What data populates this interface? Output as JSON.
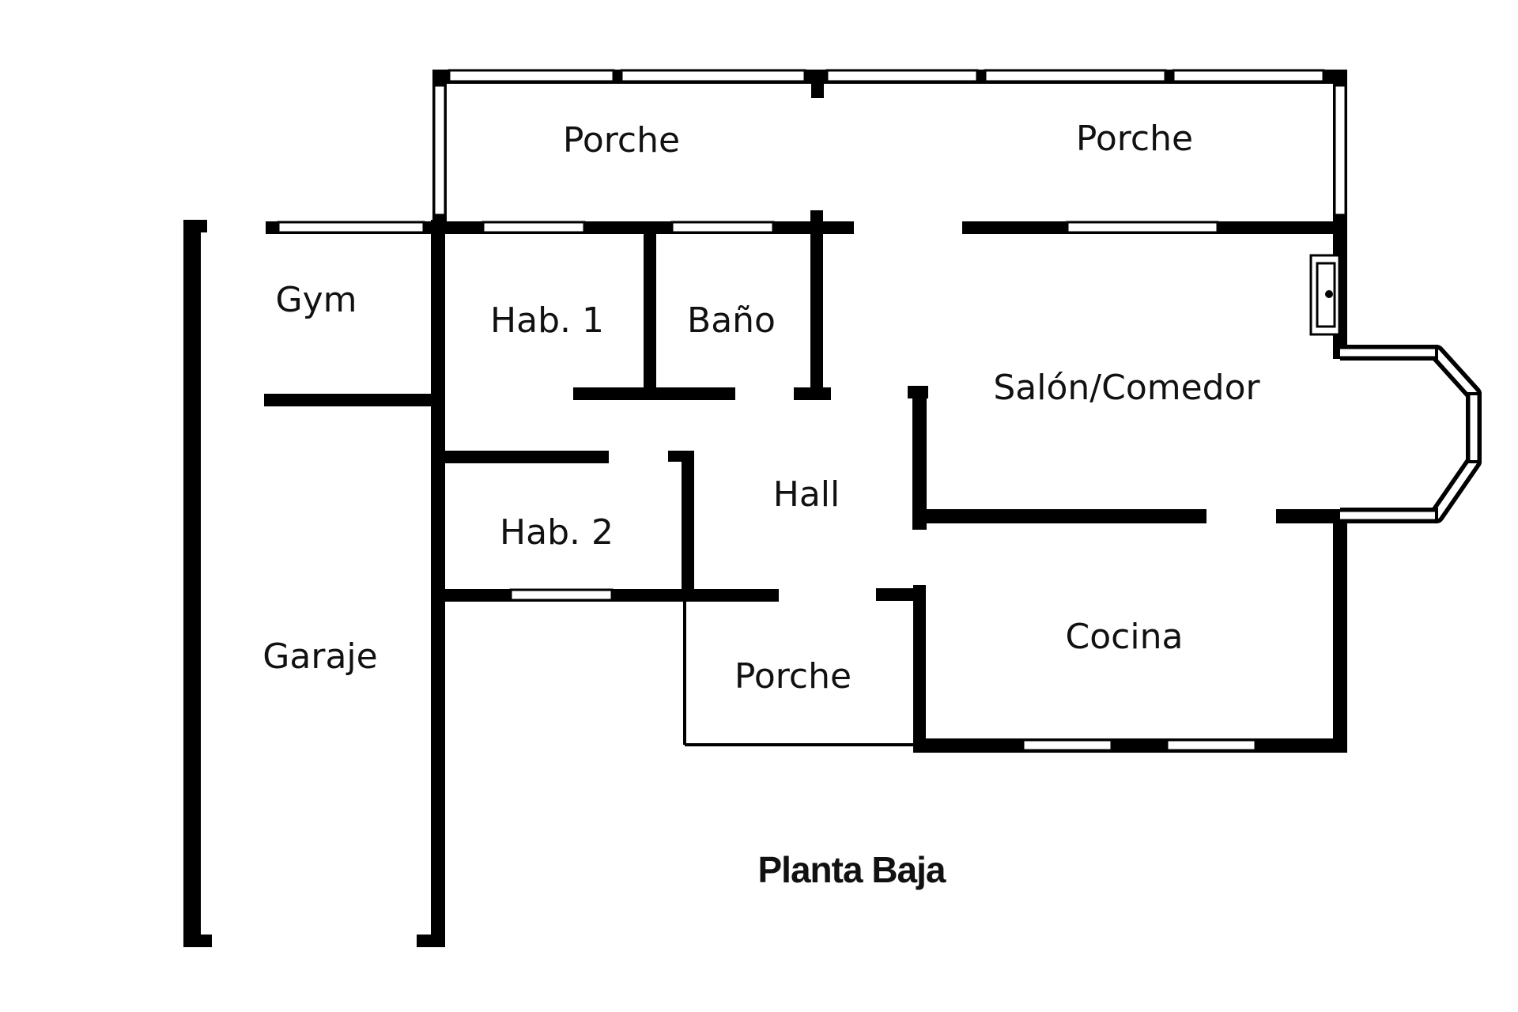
{
  "title": "Planta Baja",
  "rooms": {
    "porche_left": "Porche",
    "porche_right": "Porche",
    "gym": "Gym",
    "hab1": "Hab. 1",
    "bano": "Baño",
    "salon": "Salón/Comedor",
    "hall": "Hall",
    "hab2": "Hab. 2",
    "garaje": "Garaje",
    "porche_bottom": "Porche",
    "cocina": "Cocina"
  },
  "colors": {
    "wall": "#000000",
    "background": "#ffffff",
    "text": "#111111"
  }
}
